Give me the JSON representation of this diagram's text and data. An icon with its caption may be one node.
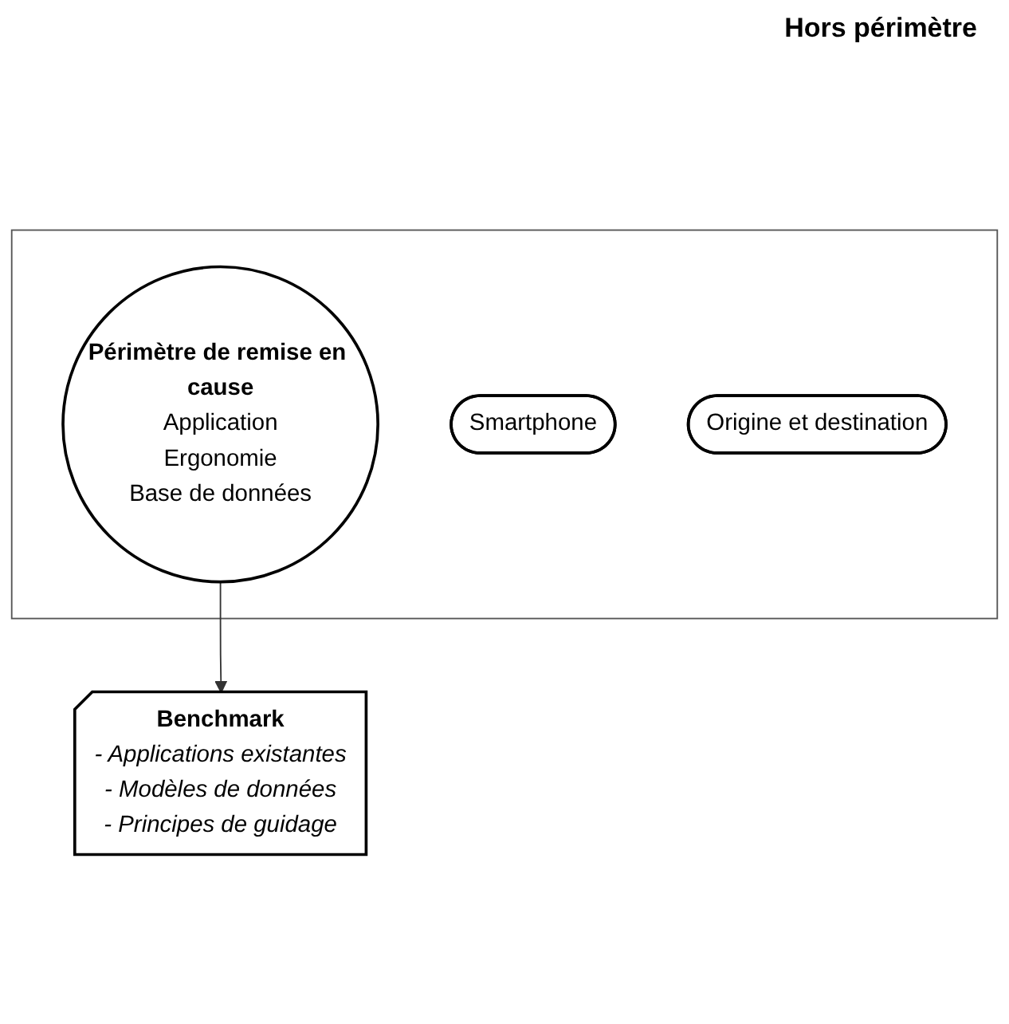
{
  "diagram": {
    "nodes": [
      {
        "text": [],
        "shape": "box"
      },
      {
        "text": [
          "Périmètre de remise en cause",
          "Application",
          "Ergonomie",
          "Base de données"
        ],
        "in": 0
      },
      {
        "text": [
          "Smartphone"
        ],
        "in": 0
      },
      {
        "text": [
          "Origine et destination"
        ],
        "in": 0
      },
      {
        "text": [
          "Benchmark",
          "- Applications existantes",
          "- Modèles de données",
          "- Principes de guidage"
        ]
      }
    ],
    "edges": [
      {
        "from": 1,
        "to": 4,
        "arrow": "to"
      }
    ],
    "labels": [
      "Hors périmètre"
    ]
  }
}
